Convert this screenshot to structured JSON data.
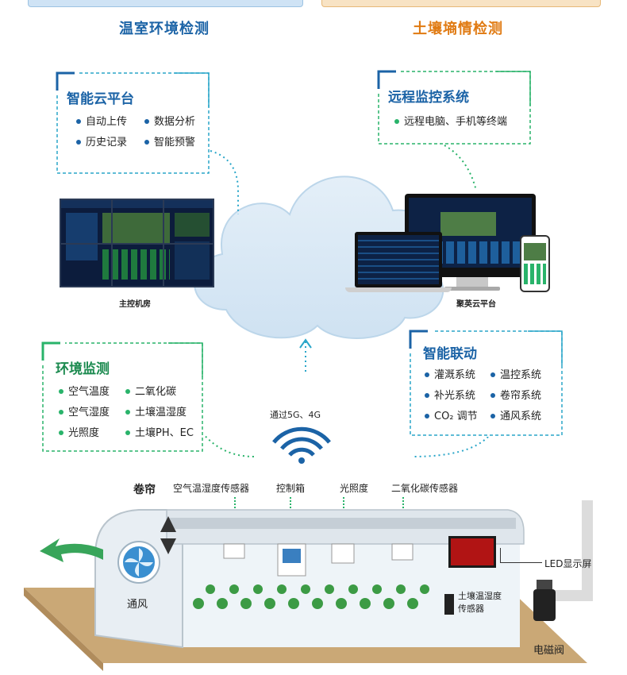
{
  "headers": {
    "left": "温室环境检测",
    "right": "土壤墒情检测"
  },
  "cloud_platform_card": {
    "title": "智能云平台",
    "items": [
      "自动上传",
      "数据分析",
      "历史记录",
      "智能预警"
    ]
  },
  "remote_card": {
    "title": "远程监控系统",
    "items": [
      "远程电脑、手机等终端"
    ]
  },
  "screens": {
    "left_caption": "主控机房",
    "right_caption": "聚英云平台"
  },
  "env_card": {
    "title": "环境监测",
    "items": [
      "空气温度",
      "二氧化碳",
      "空气湿度",
      "土壤温湿度",
      "光照度",
      "土壤PH、EC"
    ]
  },
  "linkage_card": {
    "title": "智能联动",
    "items": [
      "灌溉系统",
      "温控系统",
      "补光系统",
      "卷帘系统",
      "CO₂ 调节",
      "通风系统"
    ]
  },
  "network": {
    "label": "通过5G、4G"
  },
  "greenhouse": {
    "roller": "卷帘",
    "air_sensor": "空气温湿度传感器",
    "control_box": "控制箱",
    "light": "光照度",
    "co2_sensor": "二氧化碳传感器",
    "led_display": "LED显示屏",
    "soil_sensor_line1": "土壤温湿度",
    "soil_sensor_line2": "传感器",
    "fan": "通风",
    "valve": "电磁阀"
  },
  "colors": {
    "blue_title": "#1b63a6",
    "orange_title": "#e07a12",
    "green_accent": "#29b36a",
    "blue_accent": "#2aa6c9",
    "cloud": "#d7e8f5"
  }
}
